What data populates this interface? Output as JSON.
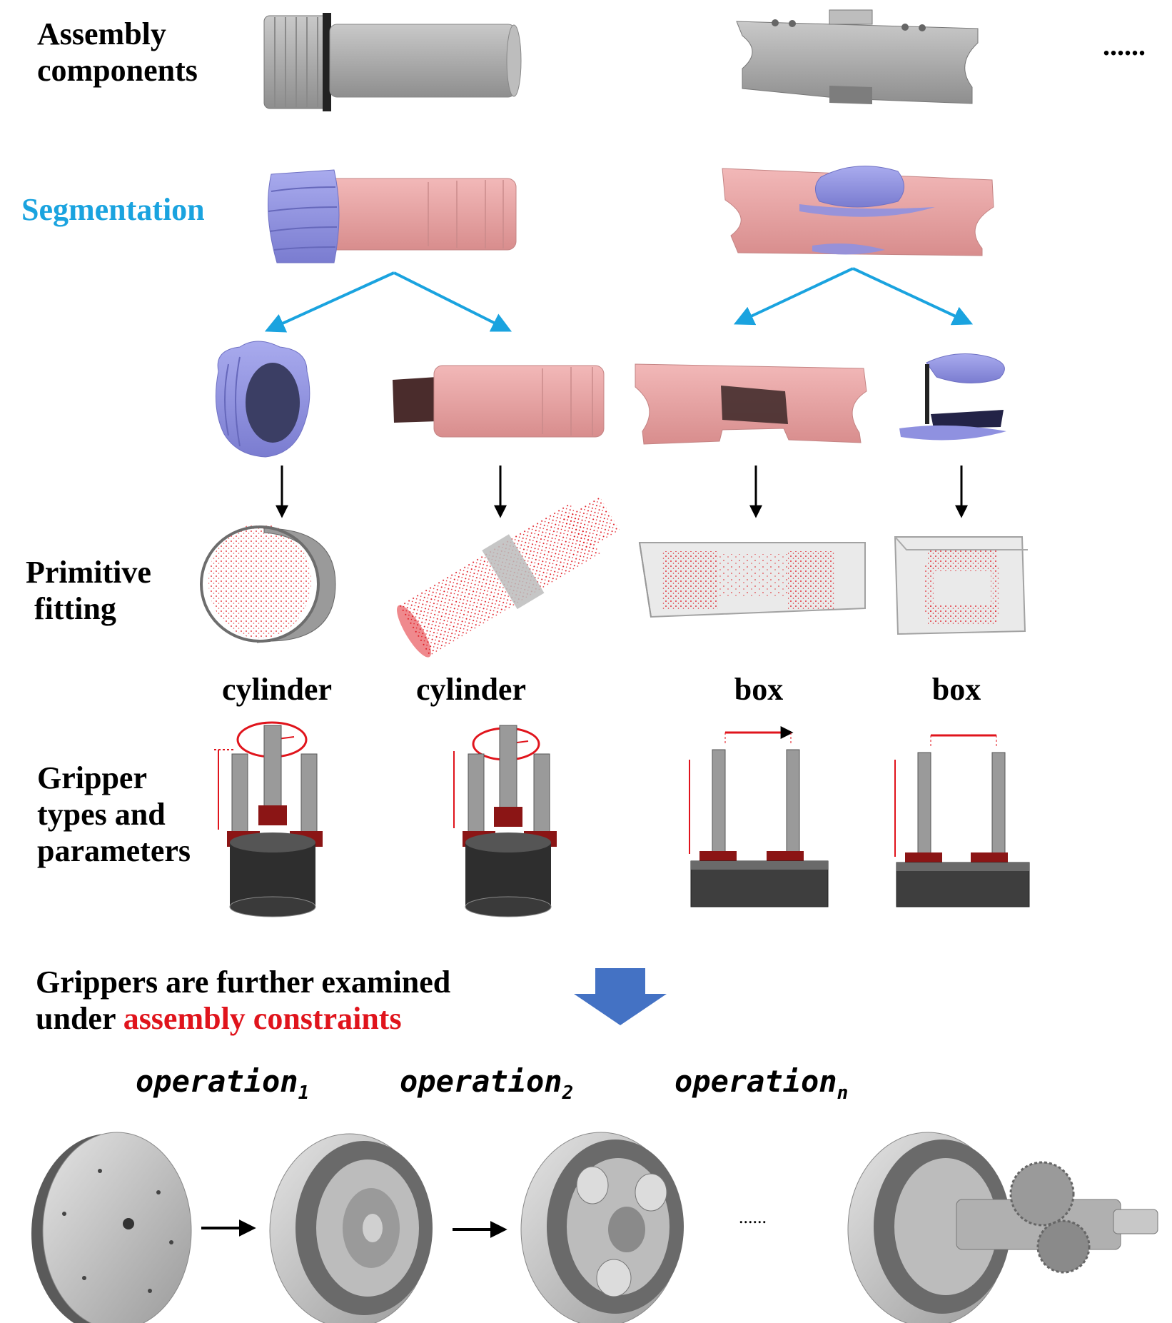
{
  "labels": {
    "assembly_components": [
      "Assembly",
      "components"
    ],
    "segmentation": "Segmentation",
    "primitive_fitting": [
      "Primitive",
      "fitting"
    ],
    "gripper_types": [
      "Gripper",
      "types and",
      "parameters"
    ],
    "examined": {
      "line1": "Grippers are further examined",
      "line2_prefix": "under ",
      "line2_highlight": "assembly constraints"
    },
    "ellipsis_top": "......",
    "ellipsis_bottom": "......"
  },
  "primitives": [
    "cylinder",
    "cylinder",
    "box",
    "box"
  ],
  "operations": [
    {
      "base": "operation",
      "sub": "1"
    },
    {
      "base": "operation",
      "sub": "2"
    },
    {
      "base": "operation",
      "sub": "n"
    }
  ],
  "colors": {
    "segmentation_label": "#1aa3df",
    "highlight": "#e0141c",
    "segment_blue": "#8f91e0",
    "segment_pink": "#e9a3a3",
    "part_gray": "#a9a9a9",
    "point_red": "#e0141c",
    "big_arrow": "#4472c4"
  }
}
